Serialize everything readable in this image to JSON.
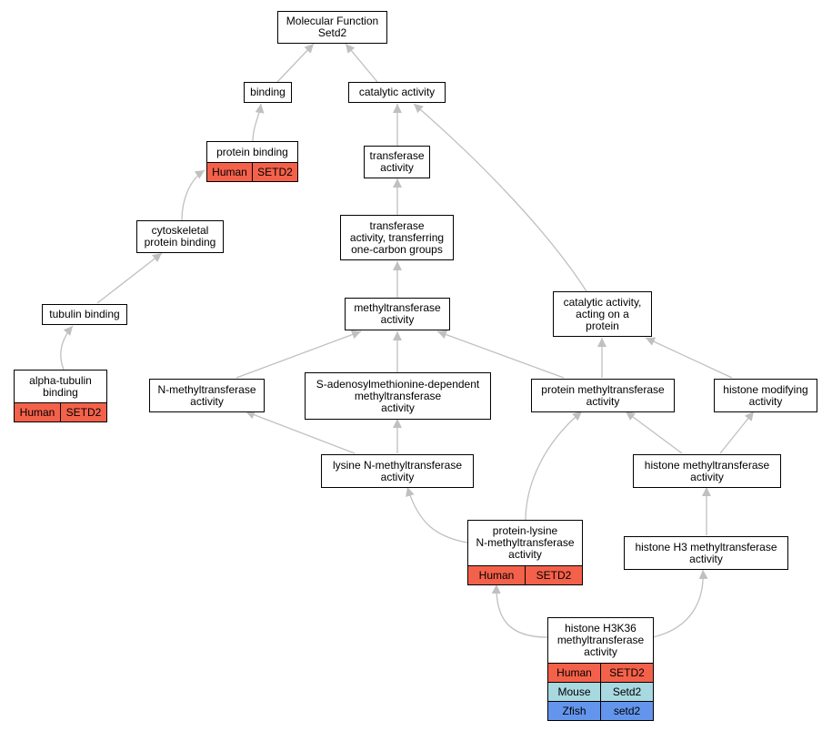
{
  "colors": {
    "Human": "#f4614a",
    "Mouse": "#a8d8e0",
    "Zfish": "#6495ed",
    "edge": "#c0c0c0"
  },
  "nodes": {
    "mf": {
      "label": "Molecular Function\nSetd2",
      "rows": []
    },
    "binding": {
      "label": "binding",
      "rows": []
    },
    "catalytic": {
      "label": "catalytic activity",
      "rows": []
    },
    "protein_binding": {
      "label": "protein binding",
      "rows": [
        [
          "Human",
          "SETD2"
        ]
      ]
    },
    "transferase": {
      "label": "transferase\nactivity",
      "rows": []
    },
    "transferase_onecarbon": {
      "label": "transferase\nactivity, transferring\none-carbon groups",
      "rows": []
    },
    "cytoskeletal": {
      "label": "cytoskeletal\nprotein binding",
      "rows": []
    },
    "tubulin": {
      "label": "tubulin binding",
      "rows": []
    },
    "methyltransferase": {
      "label": "methyltransferase\nactivity",
      "rows": []
    },
    "catalytic_protein": {
      "label": "catalytic activity,\nacting on a\nprotein",
      "rows": []
    },
    "alpha_tubulin": {
      "label": "alpha-tubulin\nbinding",
      "rows": [
        [
          "Human",
          "SETD2"
        ]
      ]
    },
    "n_methyl": {
      "label": "N-methyltransferase\nactivity",
      "rows": []
    },
    "sam_dependent": {
      "label": "S-adenosylmethionine-dependent\nmethyltransferase\nactivity",
      "rows": []
    },
    "protein_methyl": {
      "label": "protein methyltransferase\nactivity",
      "rows": []
    },
    "histone_modifying": {
      "label": "histone modifying\nactivity",
      "rows": []
    },
    "lysine_n_methyl": {
      "label": "lysine N-methyltransferase\nactivity",
      "rows": []
    },
    "histone_methyl": {
      "label": "histone methyltransferase\nactivity",
      "rows": []
    },
    "protein_lysine": {
      "label": "protein-lysine\nN-methyltransferase\nactivity",
      "rows": [
        [
          "Human",
          "SETD2"
        ]
      ]
    },
    "histone_h3": {
      "label": "histone H3 methyltransferase\nactivity",
      "rows": []
    },
    "histone_h3k36": {
      "label": "histone H3K36\nmethyltransferase\nactivity",
      "rows": [
        [
          "Human",
          "SETD2"
        ],
        [
          "Mouse",
          "Setd2"
        ],
        [
          "Zfish",
          "setd2"
        ]
      ]
    }
  }
}
